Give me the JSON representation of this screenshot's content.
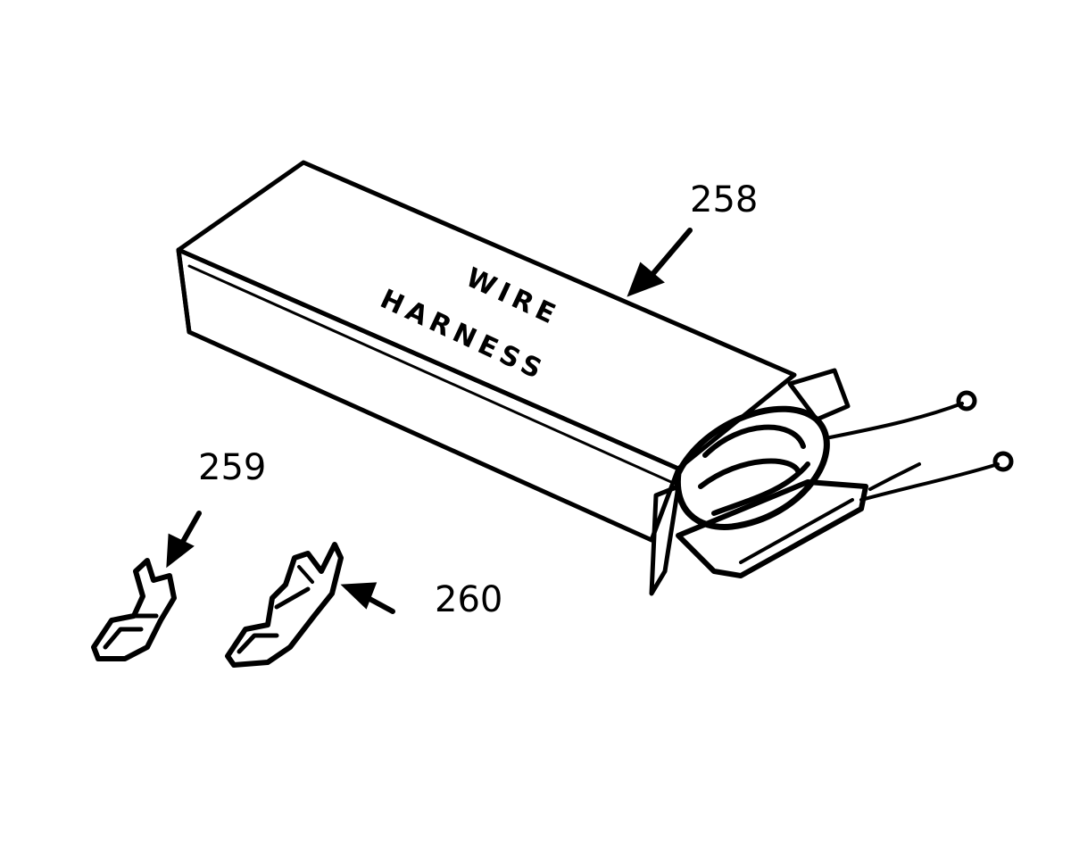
{
  "box": {
    "line1": "WIRE",
    "line2": "HARNESS"
  },
  "callouts": {
    "harness": "258",
    "terminal_a": "259",
    "terminal_b": "260"
  },
  "colors": {
    "ink": "#000000",
    "paper": "#ffffff"
  }
}
